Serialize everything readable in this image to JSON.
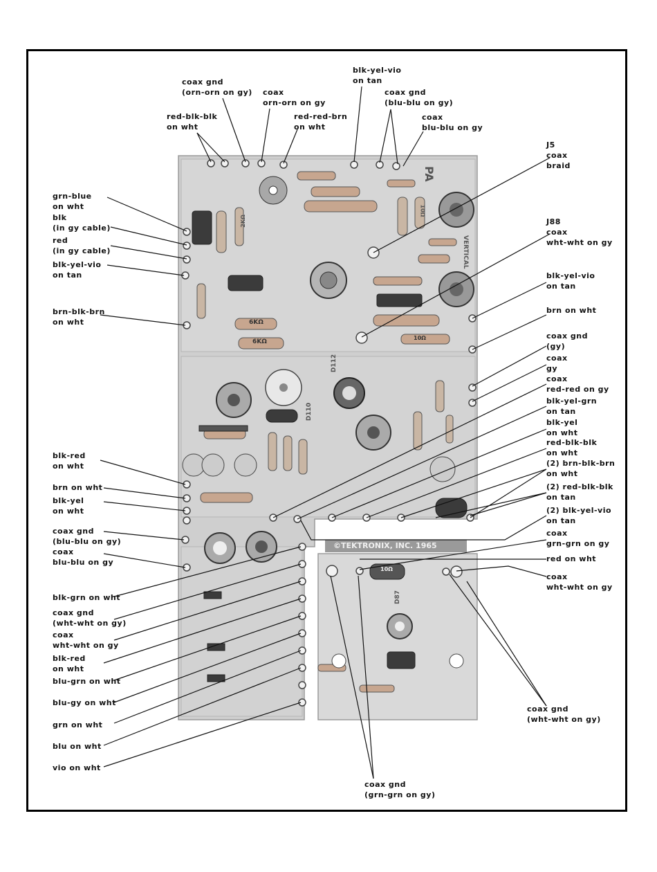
{
  "board": {
    "pa_mark": "PA",
    "vertical_mark": "VERTICAL",
    "copyright": "©TEKTRONIX, INC. 1965",
    "part_marks": [
      "2KΩ",
      "6KΩ",
      "6KΩ",
      "D110",
      "D112",
      "D87",
      "10Ω",
      "10Ω",
      "10Ω"
    ]
  },
  "labels": [
    {
      "id": "coax-gnd-orn",
      "lines": [
        "coax gnd",
        "(orn-orn on gy)"
      ]
    },
    {
      "id": "coax-orn",
      "lines": [
        "coax",
        "orn-orn on gy"
      ]
    },
    {
      "id": "red-blk-blk-top",
      "lines": [
        "red-blk-blk",
        "on wht"
      ]
    },
    {
      "id": "red-red-brn",
      "lines": [
        "red-red-brn",
        "on wht"
      ]
    },
    {
      "id": "blk-yel-vio-top",
      "lines": [
        "blk-yel-vio",
        "on tan"
      ]
    },
    {
      "id": "coax-gnd-blu-top",
      "lines": [
        "coax gnd",
        "(blu-blu on gy)"
      ]
    },
    {
      "id": "coax-blu-top",
      "lines": [
        "coax",
        "blu-blu on gy"
      ]
    },
    {
      "id": "j5",
      "lines": [
        "J5",
        "coax",
        "braid"
      ]
    },
    {
      "id": "grn-blue",
      "lines": [
        "grn-blue",
        "on wht"
      ]
    },
    {
      "id": "blk-gy-cable",
      "lines": [
        "blk",
        "(in gy cable)"
      ]
    },
    {
      "id": "red-gy-cable",
      "lines": [
        "red",
        "(in gy cable)"
      ]
    },
    {
      "id": "blk-yel-vio-left",
      "lines": [
        "blk-yel-vio",
        "on tan"
      ]
    },
    {
      "id": "j88",
      "lines": [
        "J88",
        "coax",
        "wht-wht on gy"
      ]
    },
    {
      "id": "blk-yel-vio-right",
      "lines": [
        "blk-yel-vio",
        "on tan"
      ]
    },
    {
      "id": "brn-blk-brn-left",
      "lines": [
        "brn-blk-brn",
        "on wht"
      ]
    },
    {
      "id": "brn-on-wht-right",
      "lines": [
        "brn on wht"
      ]
    },
    {
      "id": "coax-gnd-gy",
      "lines": [
        "coax gnd",
        "(gy)"
      ]
    },
    {
      "id": "coax-gy",
      "lines": [
        "coax",
        "gy"
      ]
    },
    {
      "id": "coax-red-red",
      "lines": [
        "coax",
        "red-red on gy"
      ]
    },
    {
      "id": "blk-yel-grn",
      "lines": [
        "blk-yel-grn",
        "on tan"
      ]
    },
    {
      "id": "blk-yel-right",
      "lines": [
        "blk-yel",
        "on wht"
      ]
    },
    {
      "id": "red-blk-blk-right",
      "lines": [
        "red-blk-blk",
        "on wht"
      ]
    },
    {
      "id": "two-brn-blk-brn",
      "lines": [
        "(2) brn-blk-brn",
        "on wht"
      ]
    },
    {
      "id": "two-red-blk-blk",
      "lines": [
        "(2) red-blk-blk",
        "on tan"
      ]
    },
    {
      "id": "two-blk-yel-vio",
      "lines": [
        "(2) blk-yel-vio",
        "on tan"
      ]
    },
    {
      "id": "coax-grn-grn",
      "lines": [
        "coax",
        "grn-grn on gy"
      ]
    },
    {
      "id": "red-on-wht-right",
      "lines": [
        "red on wht"
      ]
    },
    {
      "id": "coax-wht-wht-right",
      "lines": [
        "coax",
        "wht-wht on gy"
      ]
    },
    {
      "id": "blk-red-left",
      "lines": [
        "blk-red",
        "on wht"
      ]
    },
    {
      "id": "brn-on-wht-left",
      "lines": [
        "brn on wht"
      ]
    },
    {
      "id": "blk-yel-left",
      "lines": [
        "blk-yel",
        "on wht"
      ]
    },
    {
      "id": "coax-gnd-blu-left",
      "lines": [
        "coax gnd",
        "(blu-blu on gy)"
      ]
    },
    {
      "id": "coax-blu-left",
      "lines": [
        "coax",
        "blu-blu on gy"
      ]
    },
    {
      "id": "blk-grn",
      "lines": [
        "blk-grn on wht"
      ]
    },
    {
      "id": "coax-gnd-wht-left",
      "lines": [
        "coax gnd",
        "(wht-wht on gy)"
      ]
    },
    {
      "id": "coax-wht-left",
      "lines": [
        "coax",
        "wht-wht on gy"
      ]
    },
    {
      "id": "blk-red-lower",
      "lines": [
        "blk-red",
        "on wht"
      ]
    },
    {
      "id": "blu-grn",
      "lines": [
        "blu-grn on wht"
      ]
    },
    {
      "id": "blu-gy",
      "lines": [
        "blu-gy on wht"
      ]
    },
    {
      "id": "grn-on-wht",
      "lines": [
        "grn on wht"
      ]
    },
    {
      "id": "blu-on-wht",
      "lines": [
        "blu on wht"
      ]
    },
    {
      "id": "vio-on-wht",
      "lines": [
        "vio on wht"
      ]
    },
    {
      "id": "coax-gnd-wht-right",
      "lines": [
        "coax gnd",
        "(wht-wht on gy)"
      ]
    },
    {
      "id": "coax-gnd-grn",
      "lines": [
        "coax gnd",
        "(grn-grn on gy)"
      ]
    }
  ]
}
